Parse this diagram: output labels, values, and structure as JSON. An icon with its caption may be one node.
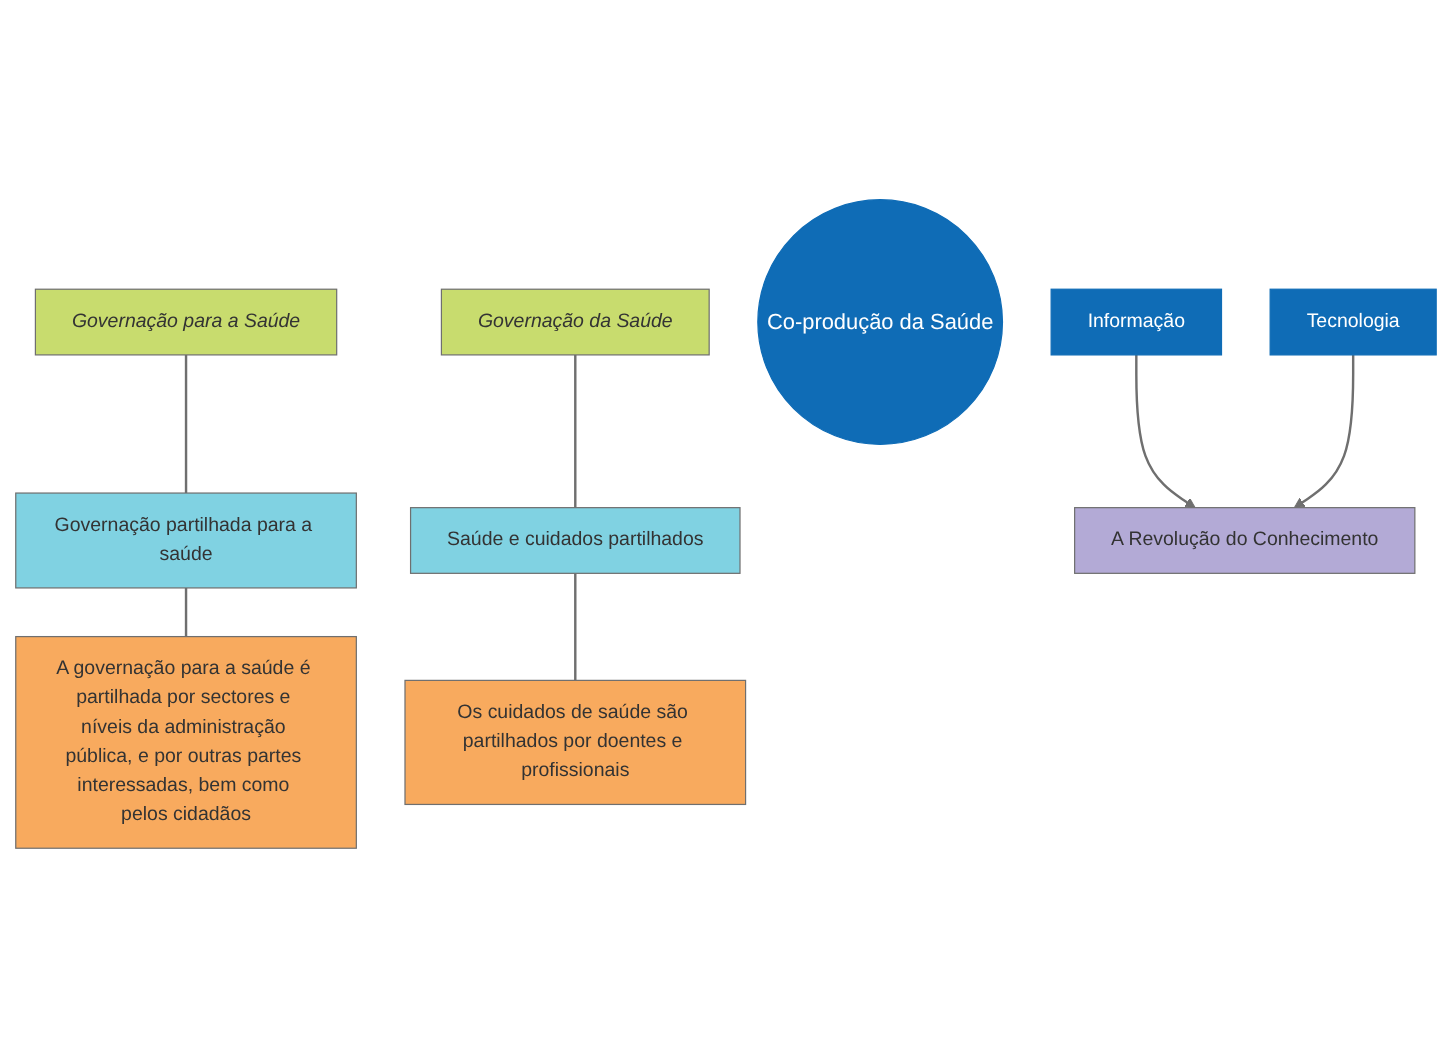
{
  "diagram": {
    "nodes": [
      {
        "text": [
          "Governação para a Saúde"
        ]
      },
      {
        "text": [
          "Governação da Saúde"
        ]
      },
      {
        "text": [
          "Governação partilhada para a saúde"
        ]
      },
      {
        "text": [
          "Saúde e cuidados partilhados"
        ]
      },
      {
        "text": [
          "Co-produção da Saúde"
        ]
      },
      {
        "text": [
          "A governação para a saúde é partilhada por sectores e níveis da administração pública, e por outras partes interessadas, bem como pelos cidadãos"
        ]
      },
      {
        "text": [
          "Os cuidados de saúde são partilhados por doentes e profissionais"
        ]
      },
      {
        "text": [
          "Informação"
        ]
      },
      {
        "text": [
          "A Revolução do Conhecimento"
        ]
      },
      {
        "text": [
          "Tecnologia"
        ]
      }
    ],
    "edges": [
      {
        "from": 0,
        "to": 2,
        "arrow": "none"
      },
      {
        "from": 2,
        "to": 5,
        "arrow": "none"
      },
      {
        "from": 1,
        "to": 3,
        "arrow": "none"
      },
      {
        "from": 3,
        "to": 6,
        "arrow": "none"
      },
      {
        "from": 7,
        "to": 8,
        "arrow": "to"
      },
      {
        "from": 9,
        "to": 8,
        "arrow": "to"
      }
    ]
  }
}
